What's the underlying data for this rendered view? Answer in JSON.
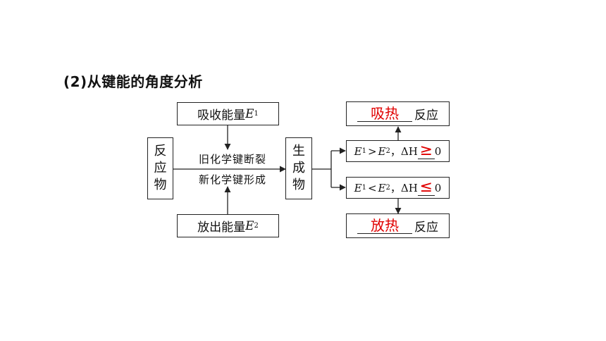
{
  "heading": "(2)从键能的角度分析",
  "absorb_box": {
    "text": "吸收能量 ",
    "var": "E",
    "sub": "1"
  },
  "release_box": {
    "text": "放出能量 ",
    "var": "E",
    "sub": "2"
  },
  "reactant": [
    "反",
    "应",
    "物"
  ],
  "product": [
    "生",
    "成",
    "物"
  ],
  "center_top": "旧化学键断裂",
  "center_bottom": "新化学键形成",
  "cond_top": {
    "e1": "E",
    "s1": "1",
    "op": ">",
    "e2": "E",
    "s2": "2",
    "sep": "，ΔH",
    "answer": "≥",
    "zero": "0"
  },
  "cond_bottom": {
    "e1": "E",
    "s1": "1",
    "op": "<",
    "e2": "E",
    "s2": "2",
    "sep": "，ΔH",
    "answer": "≤",
    "zero": "0"
  },
  "result_top": {
    "answer": "吸热",
    "suffix": "反应"
  },
  "result_bottom": {
    "answer": "放热",
    "suffix": "反应"
  }
}
